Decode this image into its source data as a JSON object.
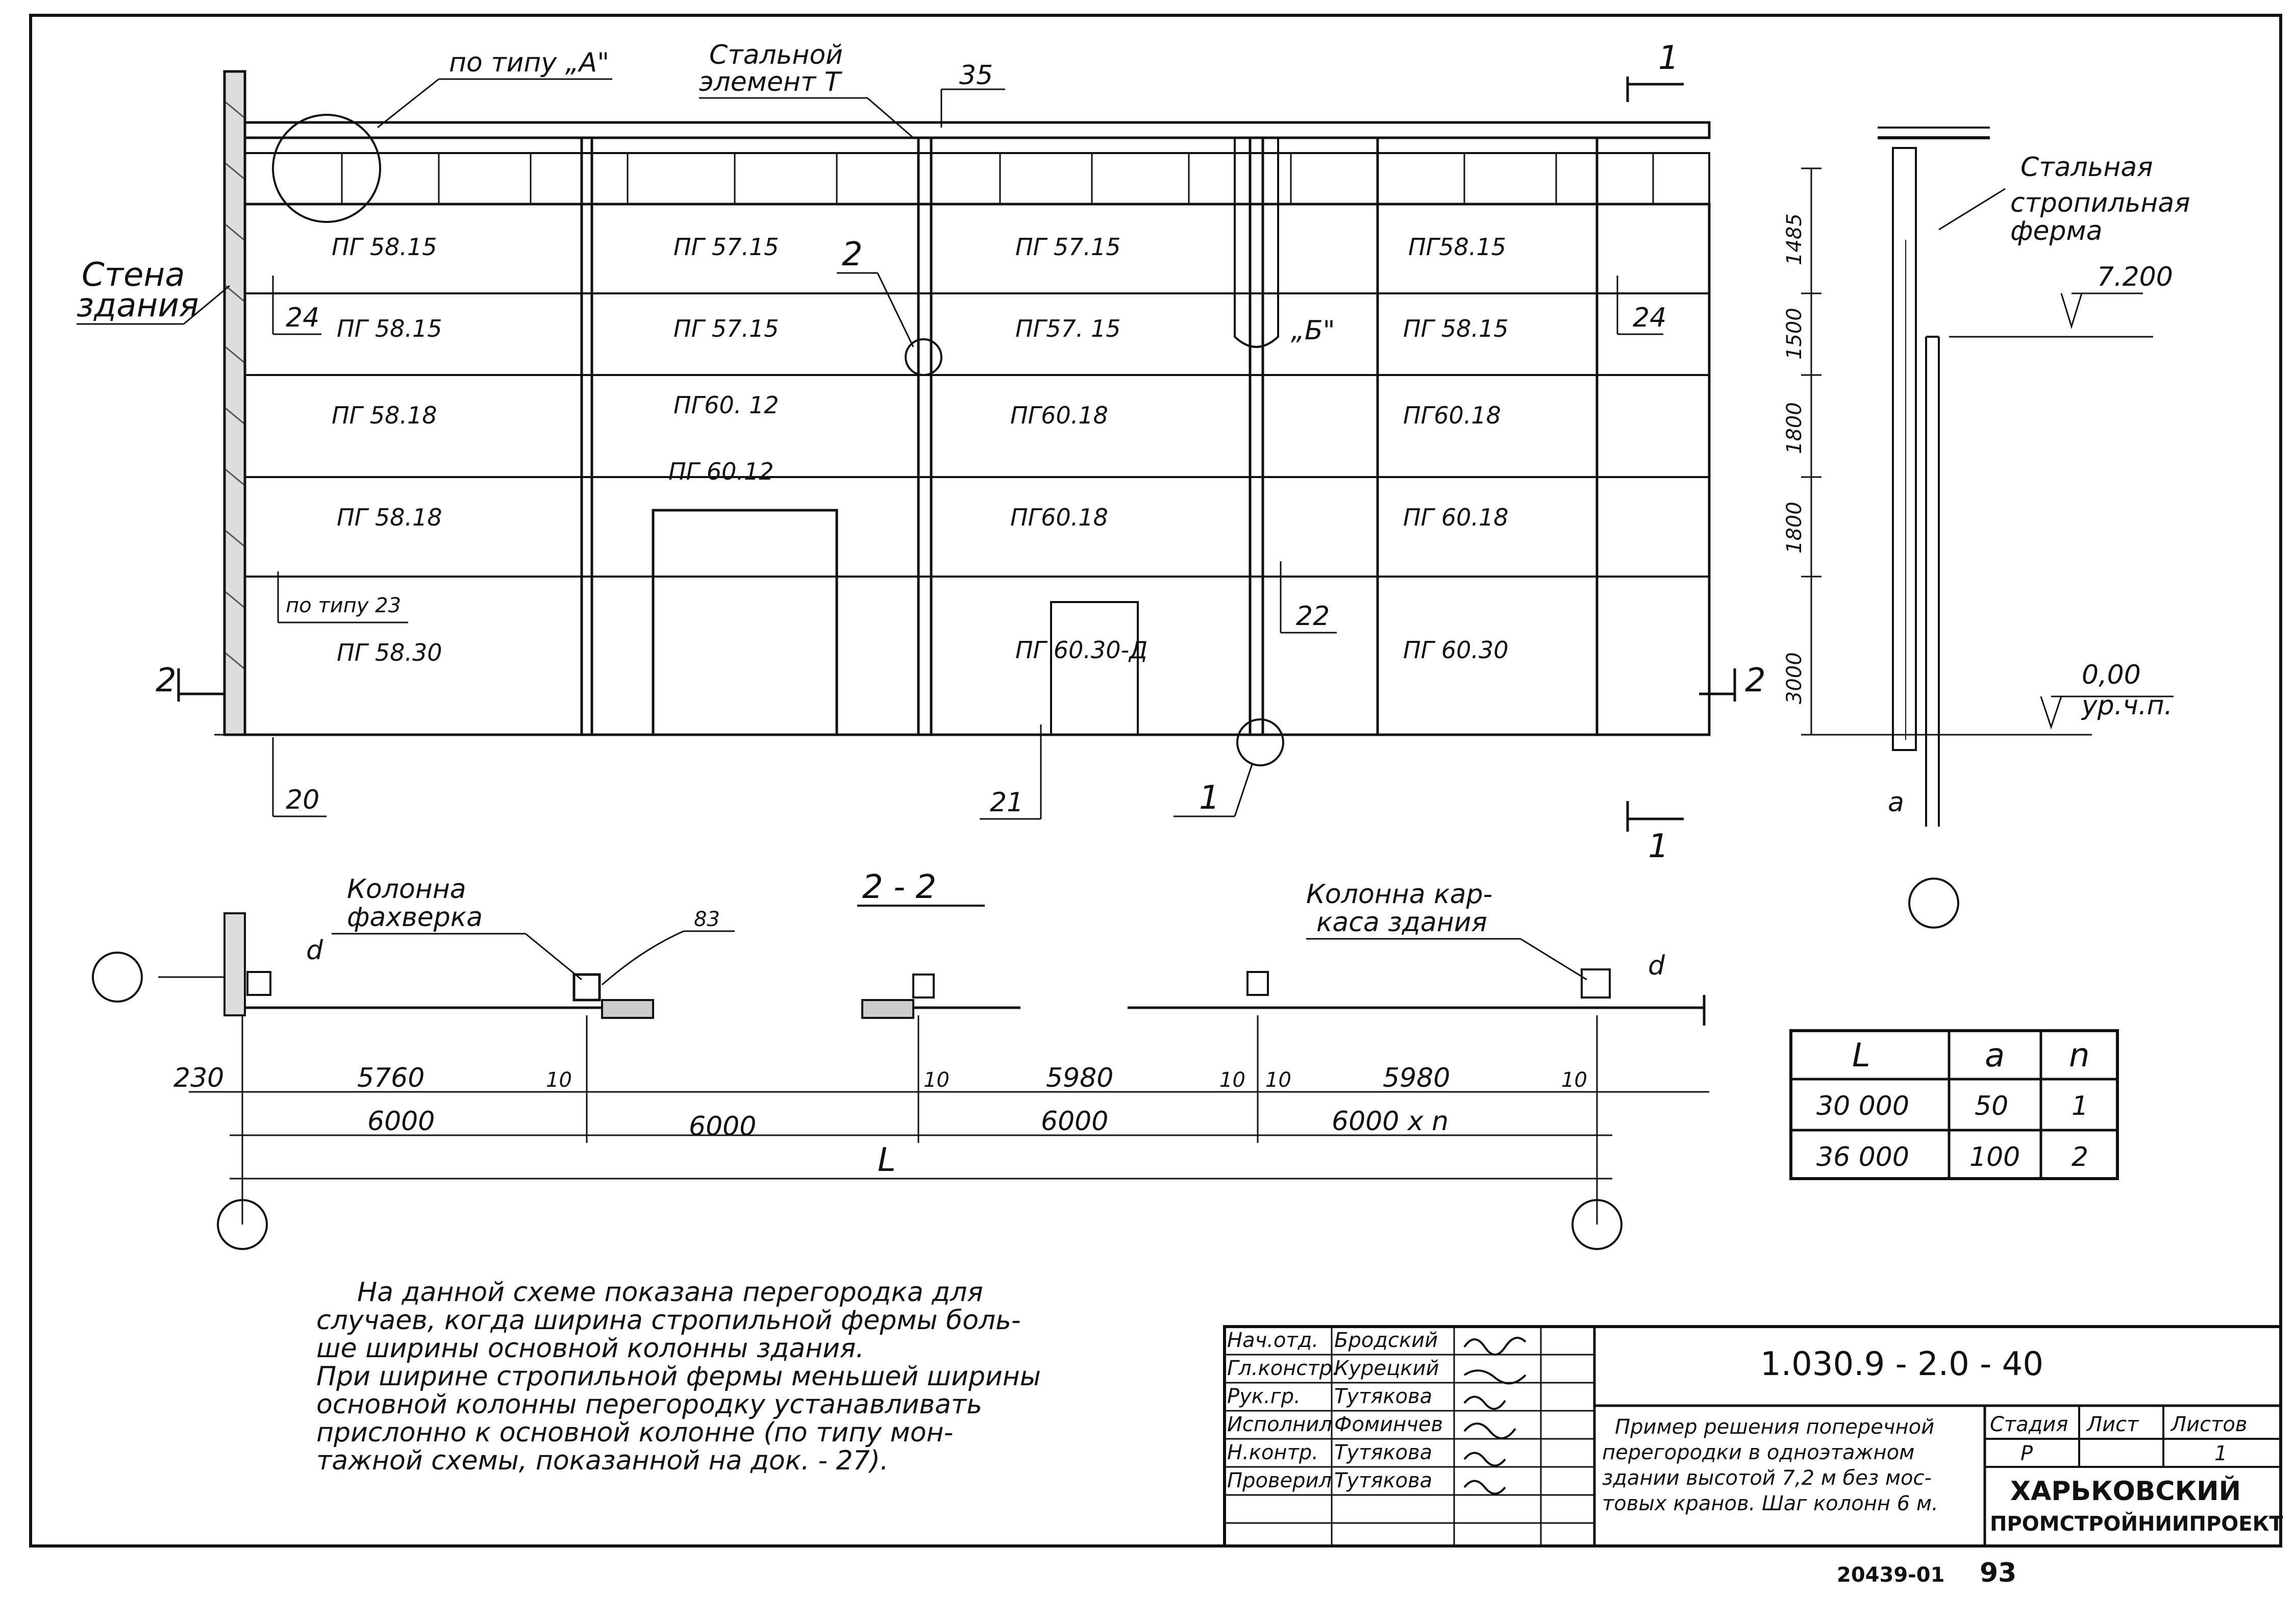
{
  "panels": [
    {
      "id": "c1r1",
      "text": "ПГ 58.15"
    },
    {
      "id": "c1r2",
      "text": "ПГ 58.15"
    },
    {
      "id": "c1r3",
      "text": "ПГ 58.18"
    },
    {
      "id": "c1r4",
      "text": "ПГ 58.18"
    },
    {
      "id": "c1r5",
      "text": "ПГ 58.30"
    },
    {
      "id": "c2r1",
      "text": "ПГ 57.15"
    },
    {
      "id": "c2r2",
      "text": "ПГ 57.15"
    },
    {
      "id": "c2r3",
      "text": "ПГ60. 12"
    },
    {
      "id": "c2r4",
      "text": "ПГ 60.12"
    },
    {
      "id": "c3r1",
      "text": "ПГ 57.15"
    },
    {
      "id": "c3r2",
      "text": "ПГ57. 15"
    },
    {
      "id": "c3r3",
      "text": "ПГ60.18"
    },
    {
      "id": "c3r4",
      "text": "ПГ60.18"
    },
    {
      "id": "c3r5",
      "text": "ПГ 60.30-Д"
    },
    {
      "id": "c4r1",
      "text": "ПГ58.15"
    },
    {
      "id": "c4r2",
      "text": "ПГ 58.15"
    },
    {
      "id": "c4r3",
      "text": "ПГ60.18"
    },
    {
      "id": "c4r4",
      "text": "ПГ 60.18"
    },
    {
      "id": "c4r5",
      "text": "ПГ 60.30"
    }
  ],
  "labels": {
    "type_a": "по типу „А\"",
    "steel_element_1": "Стальной",
    "steel_element_2": "элемент Т",
    "mark_35": "35",
    "section_1_top": "1",
    "section_1_bottom": "1",
    "wall_1": "Стена",
    "wall_2": "здания",
    "mark_24_left": "24",
    "mark_24_right": "24",
    "mark_2": "2",
    "mark_b": "„Б\"",
    "type_23": "по типу 23",
    "mark_22": "22",
    "section_2_left": "2",
    "section_2_right": "2",
    "mark_20": "20",
    "mark_21": "21",
    "mark_1": "1",
    "truss_1": "Стальная",
    "truss_2": "стропильная",
    "truss_3": "ферма",
    "elev_top": "7.200",
    "elev_zero": "0,00",
    "elev_floor": "ур.ч.п.",
    "dim_1485": "1485",
    "dim_1500": "1500",
    "dim_1800a": "1800",
    "dim_1800b": "1800",
    "dim_3000": "3000",
    "dim_a": "a",
    "section_title": "2 - 2",
    "fachwerk_1": "Колонна",
    "fachwerk_2": "фахверка",
    "frame_1": "Колонна кар-",
    "frame_2": "каса здания",
    "mark_83": "83",
    "dim_d1": "d",
    "dim_d2": "d",
    "dim_230": "230",
    "dim_5760": "5760",
    "dim_10a": "10",
    "dim_10b": "10",
    "dim_5980a": "5980",
    "dim_10c": "10",
    "dim_10d": "10",
    "dim_5980b": "5980",
    "dim_10e": "10",
    "dim_6000a": "6000",
    "dim_6000b": "6000",
    "dim_6000c": "6000",
    "dim_6000n": "6000 x n",
    "dim_L": "L"
  },
  "table": {
    "headers": [
      "L",
      "a",
      "n"
    ],
    "rows": [
      [
        "30 000",
        "50",
        "1"
      ],
      [
        "36 000",
        "100",
        "2"
      ]
    ]
  },
  "note": [
    "На данной схеме показана перегородка для",
    "случаев, когда ширина стропильной фермы боль-",
    "ше ширины основной колонны здания.",
    "При ширине стропильной фермы меньшей ширины",
    "основной колонны перегородку устанавливать",
    "прислонно к основной колонне (по типу мон-",
    "тажной схемы, показанной на док. - 27)."
  ],
  "title_block": {
    "code": "1.030.9 - 2.0 - 40",
    "description": [
      "Пример решения поперечной",
      "перегородки в одноэтажном",
      "здании высотой 7,2 м без мос-",
      "товых кранов. Шаг колонн 6 м."
    ],
    "signatures": [
      {
        "role": "Нач.отд.",
        "name": "Бродский"
      },
      {
        "role": "Гл.констр.",
        "name": "Курецкий"
      },
      {
        "role": "Рук.гр.",
        "name": "Тутякова"
      },
      {
        "role": "Исполнил",
        "name": "Фоминчев"
      },
      {
        "role": "Н.контр.",
        "name": "Тутякова"
      },
      {
        "role": "Проверил",
        "name": "Тутякова"
      }
    ],
    "stage_header": "Стадия",
    "sheet_header": "Лист",
    "sheets_header": "Листов",
    "stage": "Р",
    "sheet": "",
    "sheets": "1",
    "org_1": "ХАРЬКОВСКИЙ",
    "org_2": "ПРОМСТРОЙНИИПРОЕКТ"
  },
  "footer": {
    "inventory": "20439-01",
    "page": "93"
  }
}
